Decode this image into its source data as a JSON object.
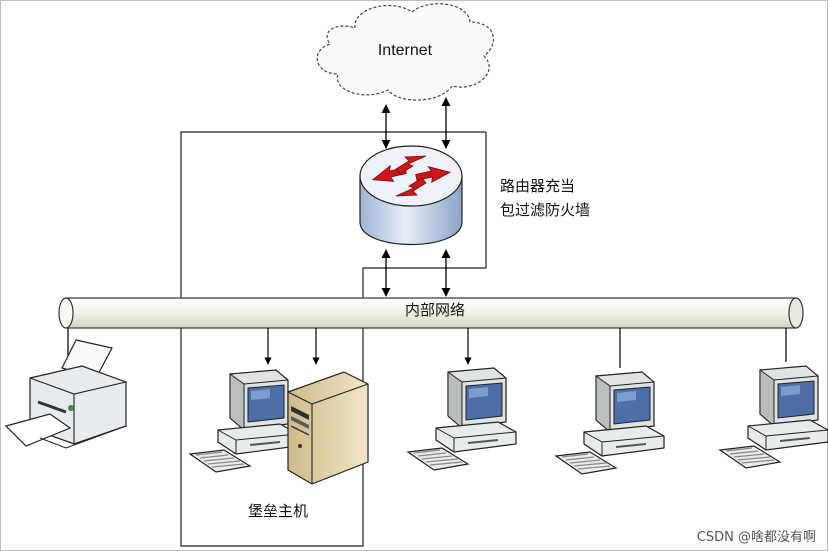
{
  "internet": {
    "label": "Internet"
  },
  "router": {
    "label_line1": "路由器充当",
    "label_line2": "包过滤防火墙"
  },
  "network": {
    "label": "内部网络"
  },
  "bastion": {
    "label": "堡垒主机"
  },
  "watermark": {
    "text": "CSDN @啥都没有啊"
  },
  "colors": {
    "router_arrow": "#d0141b",
    "router_body": "#c9d7ee",
    "pipe_fill": "#f3f6ee",
    "device_body": "#e8ece9",
    "screen": "#4d6fa8"
  },
  "icons": [
    "cloud-icon",
    "router-icon",
    "printer-icon",
    "computer-icon",
    "server-icon"
  ]
}
